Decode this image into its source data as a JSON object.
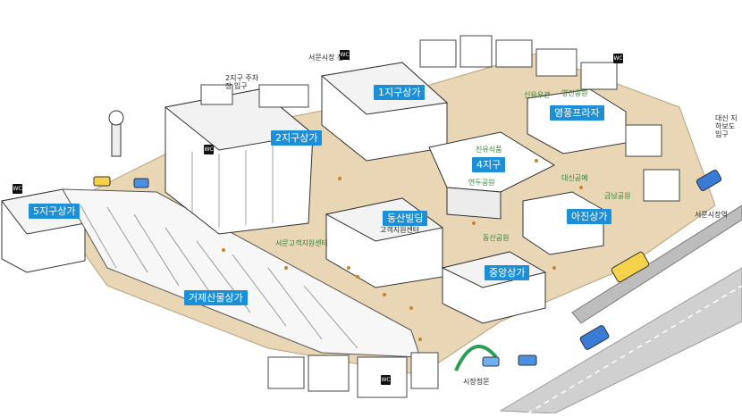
{
  "zones": [
    {
      "id": "zone1",
      "label": "1지구상가"
    },
    {
      "id": "zone2",
      "label": "2지구상가"
    },
    {
      "id": "zone4",
      "label": "4지구"
    },
    {
      "id": "zone5",
      "label": "5지구상가"
    },
    {
      "id": "gogeu",
      "label": "동산빌딩"
    },
    {
      "id": "gogeu-sub",
      "label": "고객지원센터"
    },
    {
      "id": "ayang",
      "label": "아진상가"
    },
    {
      "id": "yeonghwa",
      "label": "영풍프라자"
    },
    {
      "id": "jungang",
      "label": "중앙상가"
    },
    {
      "id": "geoje",
      "label": "거제산물상가"
    }
  ],
  "small_labels": [
    {
      "id": "ss1",
      "label": "신유우관"
    },
    {
      "id": "ss2",
      "label": "서문고객지원센터"
    },
    {
      "id": "ss3",
      "label": "진유식품"
    },
    {
      "id": "ss4",
      "label": "대신공예"
    },
    {
      "id": "ss5",
      "label": "연두공원"
    },
    {
      "id": "ss6",
      "label": "동산공원"
    },
    {
      "id": "ss7",
      "label": "금남공원"
    },
    {
      "id": "ss8",
      "label": "영진공원"
    }
  ],
  "notes": [
    {
      "id": "n1",
      "label": "2지구 주차장 입구"
    },
    {
      "id": "n2",
      "label": "서문시장역"
    },
    {
      "id": "n3",
      "label": "대신 지하보도 입구"
    },
    {
      "id": "n4",
      "label": "시장정문"
    },
    {
      "id": "n5",
      "label": "서문시장 전역"
    }
  ],
  "restroom": "WC",
  "colors": {
    "label_bg": "#1c8fd6",
    "road": "#cfcfcf",
    "ground": "#e9d6b5",
    "roof": "#ffffff",
    "green": "#2e7d32"
  }
}
